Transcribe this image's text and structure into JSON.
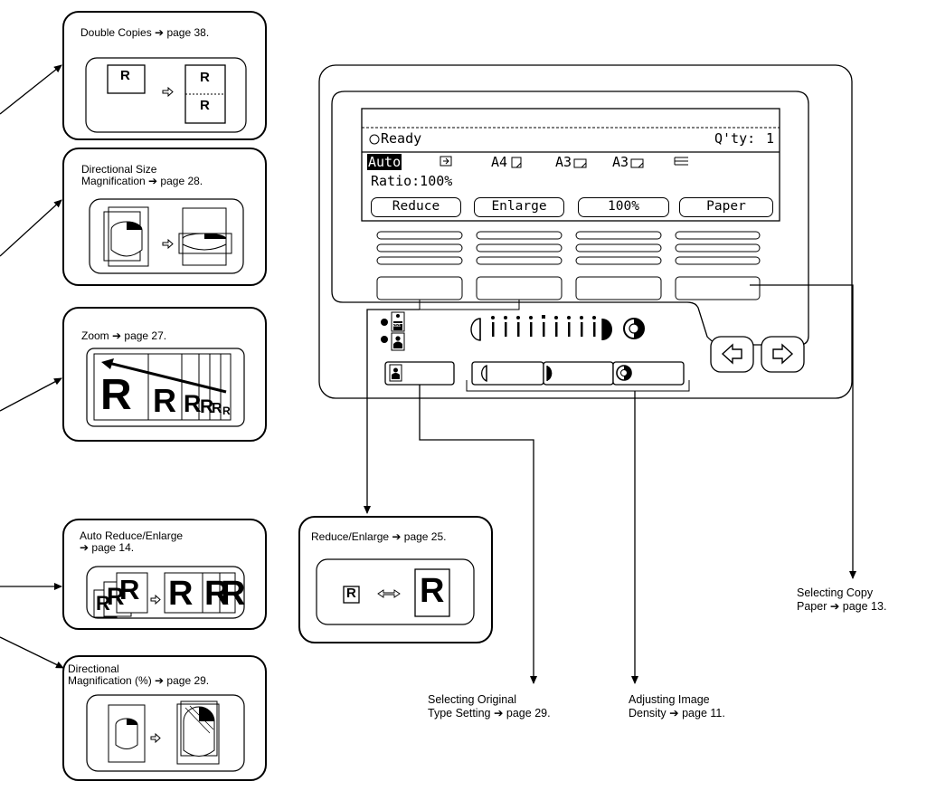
{
  "callouts": {
    "double_copies": {
      "label": "Double Copies ➔ page 38.",
      "letter": "R"
    },
    "directional_size": {
      "label": "Directional Size\nMagnification ➔ page 28."
    },
    "zoom": {
      "label": "Zoom ➔ page 27.",
      "letters": [
        "R",
        "R",
        "R",
        "R",
        "R",
        "R"
      ]
    },
    "auto_reduce": {
      "label": "Auto Reduce/Enlarge\n➔ page 14.",
      "letters": [
        "R",
        "R",
        "R",
        "R",
        "R",
        "R"
      ]
    },
    "directional_pct": {
      "label": "Directional\nMagnification (%) ➔ page 29."
    },
    "reduce_enlarge": {
      "label": "Reduce/Enlarge ➔ page 25.",
      "letter": "R"
    }
  },
  "references": {
    "copy_paper": "Selecting Copy\nPaper ➔ page 13.",
    "original_type": "Selecting Original\nType Setting ➔ page 29.",
    "image_density": "Adjusting Image\nDensity ➔ page 11."
  },
  "display": {
    "status": "Ready",
    "qty_label": "Q'ty:",
    "qty_value": "1",
    "auto": "Auto",
    "paper_sizes": [
      "A4",
      "A3",
      "A3"
    ],
    "ratio": "Ratio:100%",
    "buttons": [
      "Reduce",
      "Enlarge",
      "100%",
      "Paper"
    ]
  },
  "icons": {
    "left_arrow": "left-arrow-key-icon",
    "right_arrow": "right-arrow-key-icon"
  }
}
